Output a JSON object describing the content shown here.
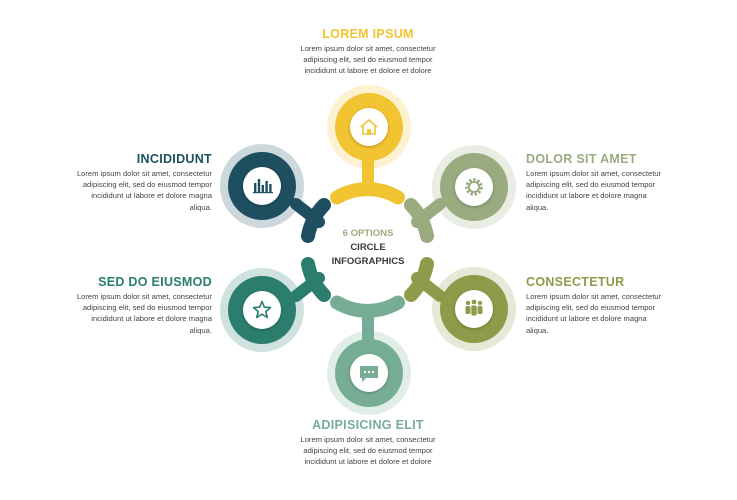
{
  "center": {
    "line1": "6 OPTIONS",
    "line2": "CIRCLE",
    "line3": "INFOGRAPHICS"
  },
  "options": [
    {
      "id": "top",
      "title": "LOREM IPSUM",
      "text": "Lorem ipsum dolor sit amet, consectetur adipiscing elit, sed do eiusmod tempor incididunt ut labore et dolore et dolore",
      "color": "#f2c431",
      "icon": "home-icon"
    },
    {
      "id": "upper-right",
      "title": "DOLOR SIT AMET",
      "text": "Lorem ipsum dolor sit amet, consectetur adipiscing elit, sed do eiusmod tempor incididunt ut labore et dolore magna aliqua.",
      "color": "#9aab80",
      "icon": "gear-icon"
    },
    {
      "id": "lower-right",
      "title": "CONSECTETUR",
      "text": "Lorem ipsum dolor sit amet, consectetur adipiscing elit, sed do eiusmod tempor incididunt ut labore et dolore magna aliqua.",
      "color": "#8f9a4a",
      "icon": "people-icon"
    },
    {
      "id": "bottom",
      "title": "ADIPISICING ELIT",
      "text": "Lorem ipsum dolor sit amet, consectetur adipiscing elit, sed do eiusmod tempor incididunt ut labore et dolore et dolore",
      "color": "#77ad95",
      "icon": "chat-icon"
    },
    {
      "id": "lower-left",
      "title": "SED DO EIUSMOD",
      "text": "Lorem ipsum dolor sit amet, consectetur adipiscing elit, sed do eiusmod tempor incididunt ut labore et dolore magna aliqua.",
      "color": "#2b7d6d",
      "icon": "star-icon"
    },
    {
      "id": "upper-left",
      "title": "INCIDIDUNT",
      "text": "Lorem ipsum dolor sit amet, consectetur adipiscing elit, sed do eiusmod tempor incididunt ut labore et dolore magna aliqua.",
      "color": "#1d4f60",
      "icon": "bar-chart-icon"
    }
  ],
  "colors": {
    "center_label_accent": "#a9a77e",
    "center_label": "#3a3a3a",
    "body_text": "#444444"
  }
}
